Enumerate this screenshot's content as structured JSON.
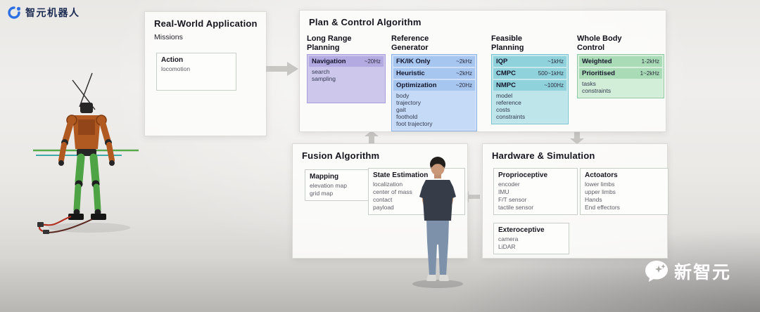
{
  "colors": {
    "brand_blue": "#2f6fe4",
    "purple_dark": "#b4aae2",
    "purple_light": "#cdc7ec",
    "blue_dark": "#a6c6f0",
    "blue_light": "#c5daf6",
    "teal_dark": "#8fd2db",
    "teal_light": "#bee5e9",
    "green_dark": "#a9dbb7",
    "green_light": "#d2edd8",
    "arrow_gray": "#c7c6c3"
  },
  "brand": {
    "name": "智元机器人"
  },
  "watermark": {
    "name": "新智元"
  },
  "real_world": {
    "title": "Real-World Application",
    "subtitle": "Missions",
    "action": {
      "header": "Action",
      "items": [
        "locomotion"
      ]
    }
  },
  "plan_control": {
    "title": "Plan & Control Algorithm",
    "long_range": {
      "header": "Long Range Planning",
      "navigation": {
        "name": "Navigation",
        "rate": "~20Hz",
        "items": [
          "search",
          "sampling"
        ]
      }
    },
    "reference_generator": {
      "header": "Reference Generator",
      "fkik": {
        "name": "FK/IK Only",
        "rate": "~2kHz"
      },
      "heuristic": {
        "name": "Heuristic",
        "rate": "~2kHz"
      },
      "optimization": {
        "name": "Optimization",
        "rate": "~20Hz",
        "items": [
          "body",
          "trajectory",
          "gait",
          "foothold",
          "foot trajectory"
        ]
      }
    },
    "feasible_planning": {
      "header": "Feasible Planning",
      "iqp": {
        "name": "IQP",
        "rate": "~1kHz"
      },
      "cmpc": {
        "name": "CMPC",
        "rate": "500~1kHz"
      },
      "nmpc": {
        "name": "NMPC",
        "rate": "~100Hz",
        "items": [
          "model",
          "reference",
          "costs",
          "constraints"
        ]
      }
    },
    "whole_body": {
      "header": "Whole Body Control",
      "weighted": {
        "name": "Weighted",
        "rate": "1-2kHz"
      },
      "prioritised": {
        "name": "Prioritised",
        "rate": "1~2kHz",
        "items": [
          "tasks",
          "constraints"
        ]
      }
    }
  },
  "fusion": {
    "title": "Fusion Algorithm",
    "mapping": {
      "header": "Mapping",
      "items": [
        "elevation map",
        "grid map"
      ]
    },
    "state_estimation": {
      "header": "State Estimation",
      "items": [
        "localization",
        "center of mass",
        "contact",
        "payload"
      ]
    }
  },
  "hardware": {
    "title": "Hardware & Simulation",
    "proprioceptive": {
      "header": "Proprioceptive",
      "items": [
        "encoder",
        "IMU",
        "F/T sensor",
        "tactile sensor"
      ]
    },
    "exteroceptive": {
      "header": "Exteroceptive",
      "items": [
        "camera",
        "LiDAR"
      ]
    },
    "actuators": {
      "header": "Actoators",
      "items": [
        "lower limbs",
        "upper limbs",
        "Hands",
        "End effectors"
      ]
    }
  }
}
